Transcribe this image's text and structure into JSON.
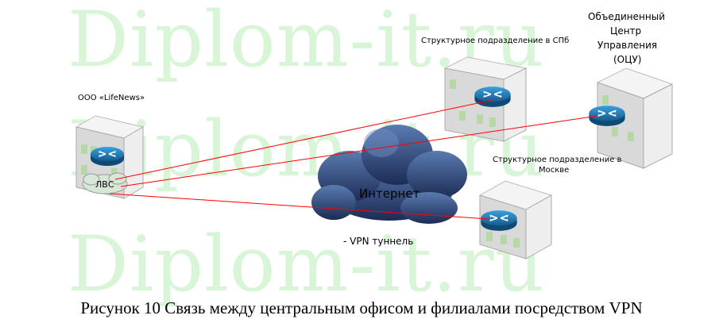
{
  "watermark": {
    "text": "Diplom-it.ru",
    "color": "#d8f5d8"
  },
  "nodes": {
    "lifenews": {
      "label": "ООО «LifeNews»"
    },
    "lan": {
      "label": "ЛВС"
    },
    "spb": {
      "label": "Структурное подразделение в СПб"
    },
    "hq": {
      "label_line1": "Объединенный",
      "label_line2": "Центр",
      "label_line3": "Управления",
      "label_line4": "(ОЦУ)"
    },
    "moscow": {
      "label_line1": "Структурное подразделение в",
      "label_line2": "Москве"
    },
    "internet": {
      "label": "Интернет"
    }
  },
  "legend": {
    "vpn_tunnel": "- VPN туннель",
    "tunnel_color": "#ff0000"
  },
  "caption": "Рисунок 10 Связь между центральным офисом и филиалами посредством VPN",
  "colors": {
    "router": "#1e6fa8",
    "cloud": "#2a3f6a",
    "building_front": "#e8e8e8"
  }
}
